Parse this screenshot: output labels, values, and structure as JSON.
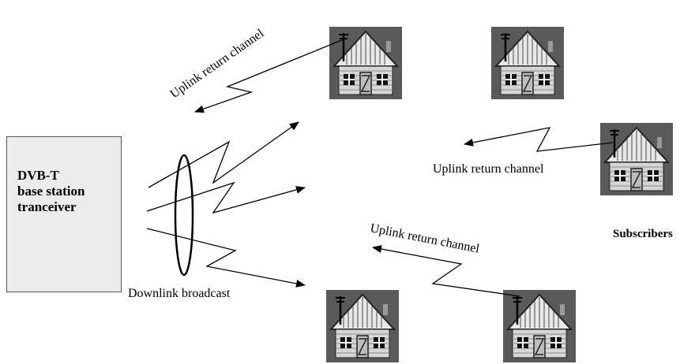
{
  "base_station": {
    "line1": "DVB-T",
    "line2": "base station",
    "line3": "tranceiver"
  },
  "labels": {
    "uplink_top": "Uplink return channel",
    "uplink_right": "Uplink return channel",
    "uplink_bottom": "Uplink return channel",
    "downlink": "Downlink broadcast",
    "subscribers": "Subscribers"
  },
  "colors": {
    "house_bg": "#5a5a5a",
    "box_fill": "#ececec"
  },
  "icons": {
    "house": "house-with-antenna-icon"
  }
}
